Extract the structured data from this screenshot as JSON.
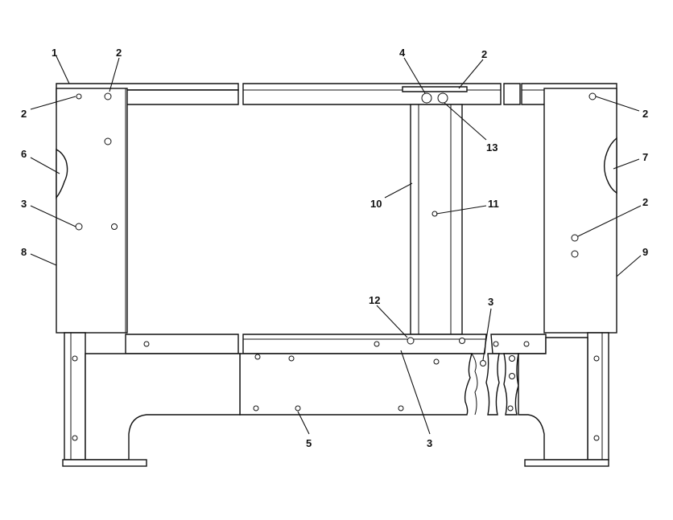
{
  "diagram": {
    "callouts": [
      {
        "id": "c1",
        "text": "1"
      },
      {
        "id": "c2a",
        "text": "2"
      },
      {
        "id": "c2b",
        "text": "2"
      },
      {
        "id": "c2c",
        "text": "2"
      },
      {
        "id": "c2d",
        "text": "2"
      },
      {
        "id": "c2e",
        "text": "2"
      },
      {
        "id": "c3a",
        "text": "3"
      },
      {
        "id": "c3b",
        "text": "3"
      },
      {
        "id": "c3c",
        "text": "3"
      },
      {
        "id": "c4",
        "text": "4"
      },
      {
        "id": "c5",
        "text": "5"
      },
      {
        "id": "c6",
        "text": "6"
      },
      {
        "id": "c7",
        "text": "7"
      },
      {
        "id": "c8",
        "text": "8"
      },
      {
        "id": "c9",
        "text": "9"
      },
      {
        "id": "c10",
        "text": "10"
      },
      {
        "id": "c11",
        "text": "11"
      },
      {
        "id": "c12",
        "text": "12"
      },
      {
        "id": "c13",
        "text": "13"
      }
    ]
  }
}
